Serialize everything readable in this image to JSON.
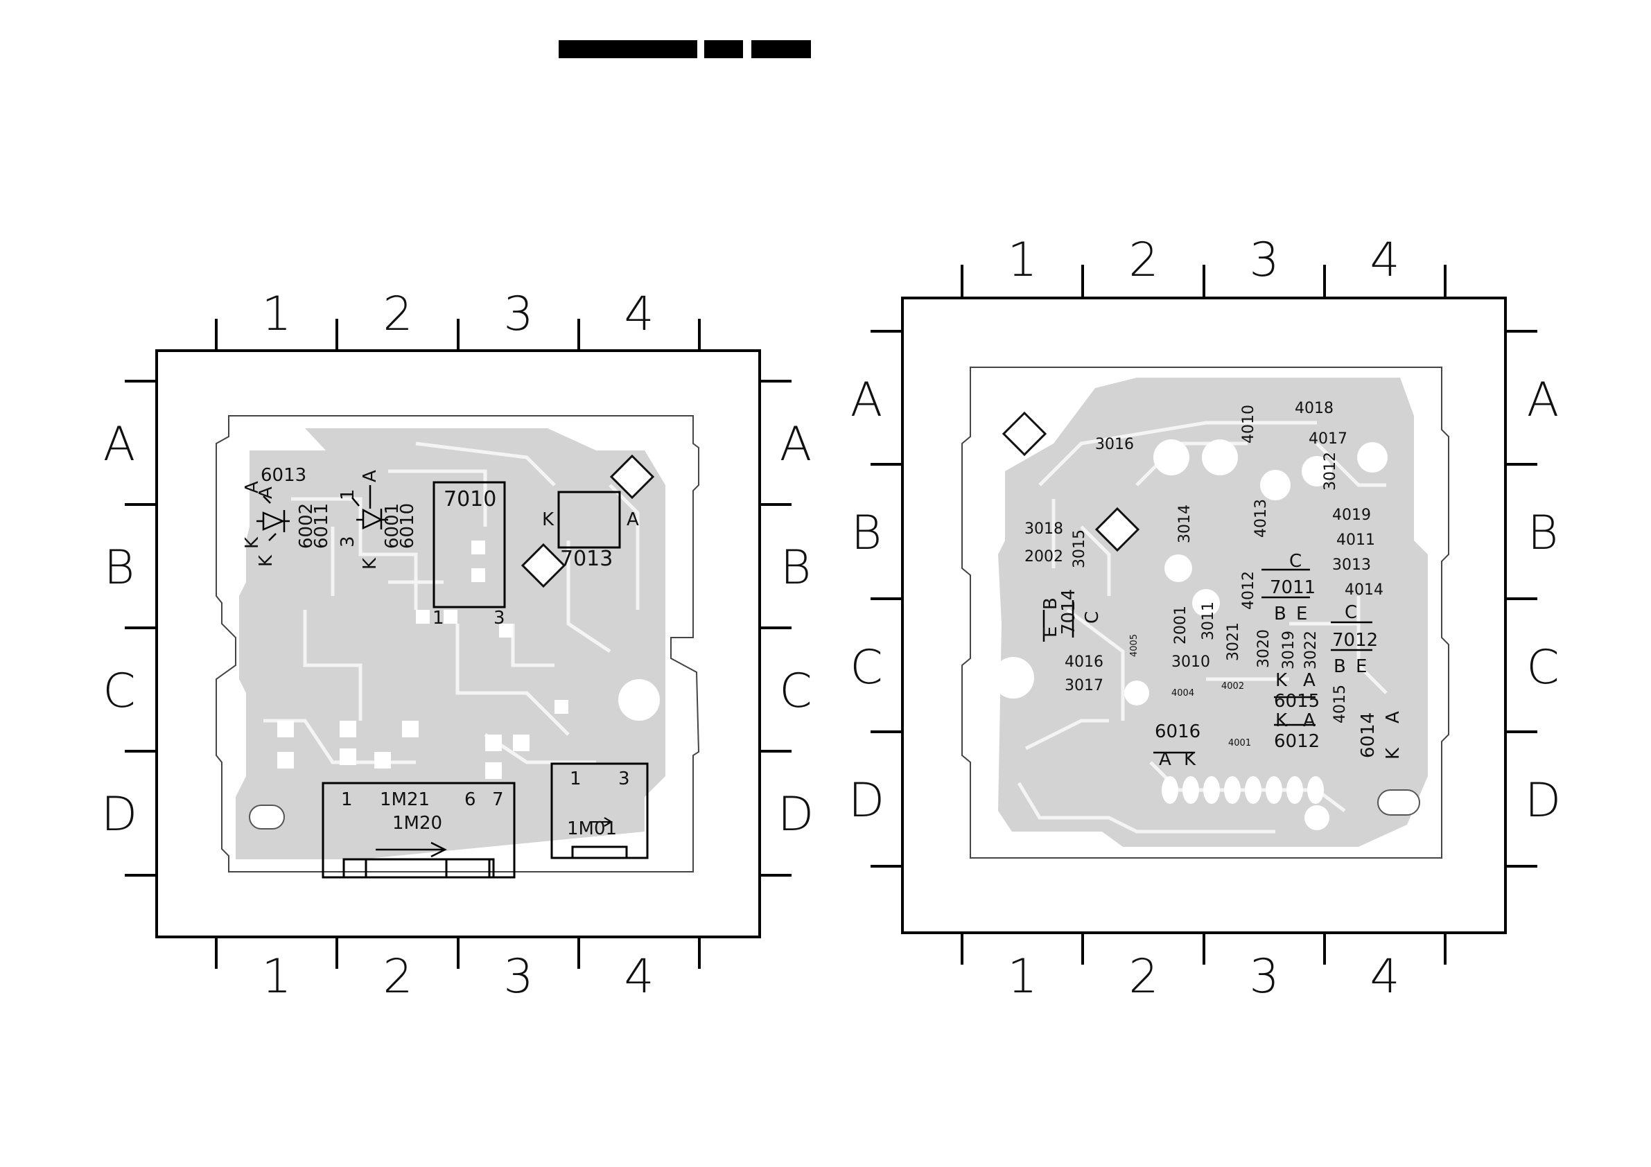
{
  "columns": [
    "1",
    "2",
    "3",
    "4"
  ],
  "rows": [
    "A",
    "B",
    "C",
    "D"
  ],
  "left_board": {
    "components": [
      "6013",
      "6002",
      "6011",
      "6001",
      "6010",
      "7010",
      "7013",
      "1M21",
      "1M20",
      "1M01"
    ],
    "pins": {
      "d6013_a": "A",
      "d6013_k": "K",
      "d6002_a": "A",
      "d6002_k": "K",
      "d6001_a": "A",
      "d6001_k": "K",
      "d6011_p1": "1",
      "d6011_p3": "3",
      "ic7010_p1": "1",
      "ic7010_p3": "3",
      "d7013_k": "K",
      "d7013_a": "A",
      "conn1m21_p1": "1",
      "conn1m21_p6": "6",
      "conn1m21_p7": "7",
      "conn1m01_p1": "1",
      "conn1m01_p3": "3"
    }
  },
  "right_board": {
    "components": [
      "3016",
      "4010",
      "4018",
      "4017",
      "3012",
      "3018",
      "2002",
      "3015",
      "3014",
      "4013",
      "4019",
      "4011",
      "3013",
      "4014",
      "7011",
      "7014",
      "4005",
      "2001",
      "3011",
      "4012",
      "3021",
      "3020",
      "3019",
      "3022",
      "7012",
      "4016",
      "3010",
      "3017",
      "4004",
      "4002",
      "6015",
      "4015",
      "6016",
      "4001",
      "6012",
      "6014"
    ],
    "pins": {
      "t7011_c": "C",
      "t7011_b": "B",
      "t7011_e": "E",
      "t7014_e": "E",
      "t7014_b": "B",
      "t7014_c": "C",
      "t7012_c": "C",
      "t7012_b": "B",
      "t7012_e": "E",
      "d6015_k": "K",
      "d6015_a": "A",
      "d6012_k": "K",
      "d6012_a": "A",
      "d6016_a": "A",
      "d6016_k": "K",
      "d6014_a": "A",
      "d6014_k": "K"
    }
  }
}
